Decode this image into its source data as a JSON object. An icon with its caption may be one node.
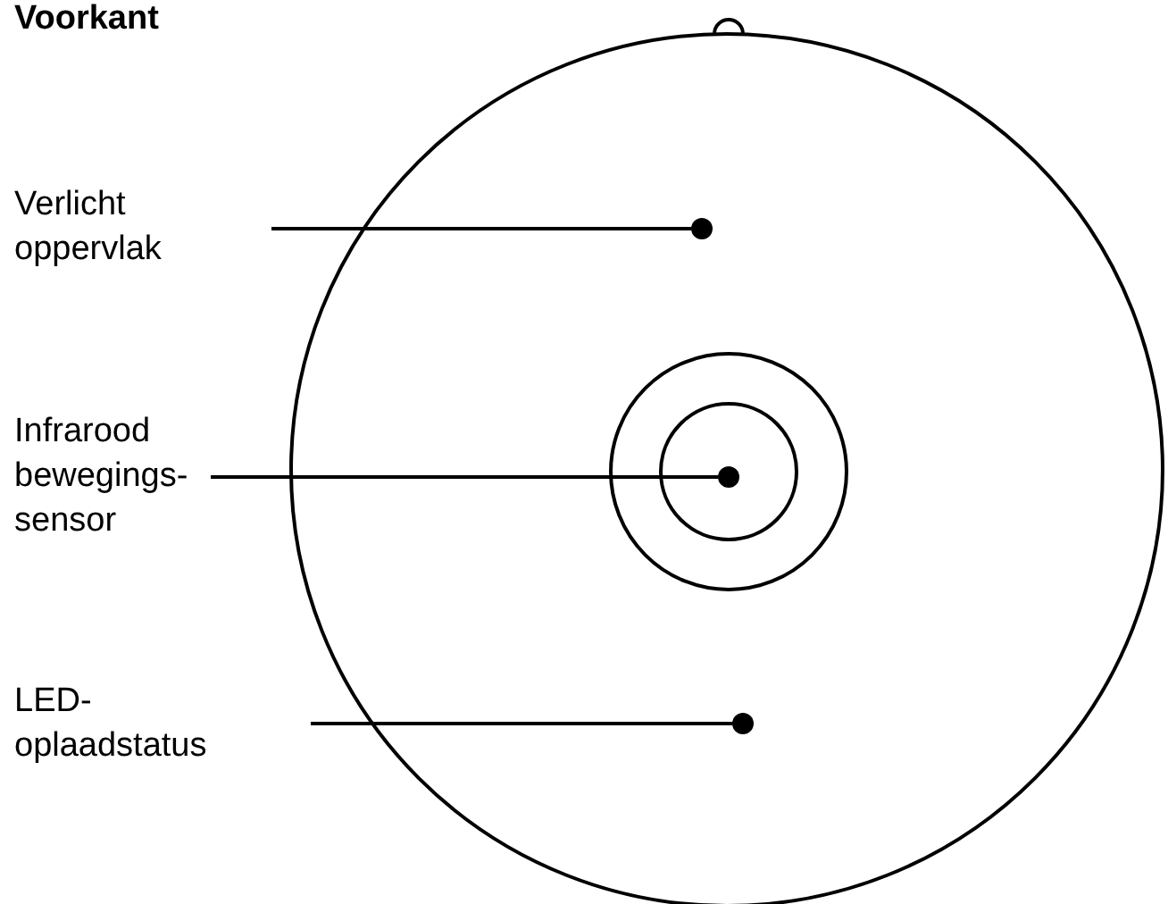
{
  "diagram": {
    "title": "Voorkant",
    "nodes": [
      {
        "text": [
          "Verlicht oppervlak"
        ]
      },
      {
        "text": [
          "Infrarood bewegings-sensor"
        ]
      },
      {
        "text": [
          "LED-oplaadstatus"
        ]
      },
      {
        "text": [],
        "shape": "circle"
      },
      {
        "text": [],
        "shape": "circle"
      },
      {
        "text": [],
        "shape": "circle"
      }
    ],
    "edges": [
      {
        "from": 0,
        "to": 3,
        "arrow": "none"
      },
      {
        "from": 1,
        "to": 4,
        "arrow": "none"
      },
      {
        "from": 2,
        "to": 5,
        "arrow": "none"
      }
    ]
  }
}
